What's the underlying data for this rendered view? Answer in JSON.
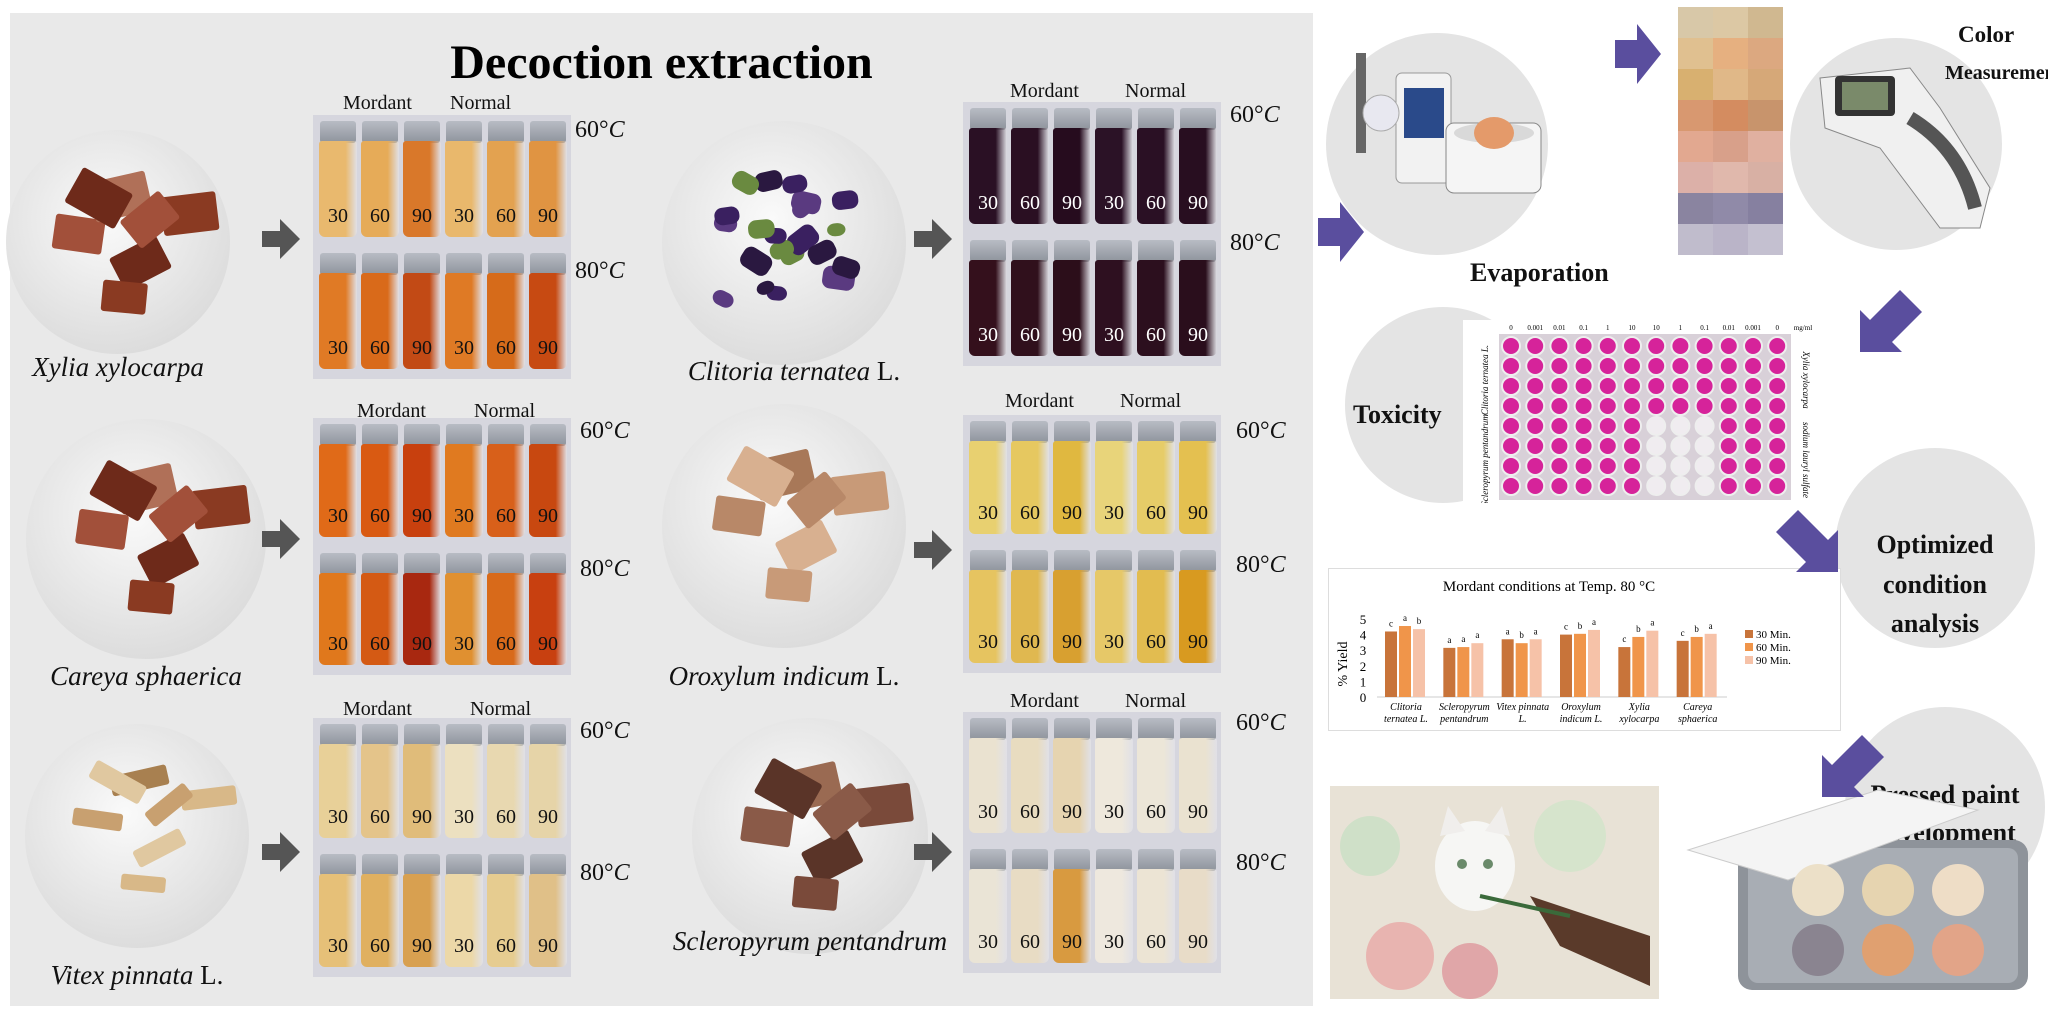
{
  "title": "Decoction extraction",
  "vial_headers": {
    "mordant": "Mordant",
    "normal": "Normal"
  },
  "temps": {
    "t60": "60°",
    "t80": "80°",
    "unit": "C"
  },
  "species": [
    {
      "name": "Xylia xylocarpa",
      "suffix": "",
      "kind": "bark-red"
    },
    {
      "name": "Clitoria ternatea",
      "suffix": " L.",
      "kind": "flower"
    },
    {
      "name": "Careya sphaerica",
      "suffix": "",
      "kind": "bark-red"
    },
    {
      "name": "Oroxylum indicum",
      "suffix": " L.",
      "kind": "wood-light"
    },
    {
      "name": "Vitex pinnata",
      "suffix": " L.",
      "kind": "wood-stick"
    },
    {
      "name": "Scleropyrum pentandrum",
      "suffix": "",
      "kind": "bark-brown"
    }
  ],
  "vial_labels": [
    "30",
    "60",
    "90",
    "30",
    "60",
    "90"
  ],
  "vial_colors": [
    {
      "c60": [
        "#e9b96e",
        "#e6ab58",
        "#d9782a",
        "#e9b86c",
        "#e3a250",
        "#e09442"
      ],
      "c80": [
        "#e07a25",
        "#d96a1a",
        "#c24a15",
        "#df7a25",
        "#d66b1a",
        "#c74a12"
      ]
    },
    {
      "c60": [
        "#2a1024",
        "#2a0f22",
        "#260c1e",
        "#2b1226",
        "#2a1024",
        "#280e20"
      ],
      "c80": [
        "#34101c",
        "#30101c",
        "#2c0e1a",
        "#2e1020",
        "#2c0f1e",
        "#2a0e1c"
      ]
    },
    {
      "c60": [
        "#e06a18",
        "#d95a12",
        "#c8400e",
        "#e07a20",
        "#d8601a",
        "#c84810"
      ],
      "c80": [
        "#e0781c",
        "#d45a14",
        "#a82810",
        "#e09030",
        "#d86a1a",
        "#c84010"
      ]
    },
    {
      "c60": [
        "#e8d070",
        "#e6c860",
        "#e0b840",
        "#e8d47a",
        "#e6cc68",
        "#e4c050"
      ],
      "c80": [
        "#e6c460",
        "#e0b850",
        "#d8a030",
        "#e6c868",
        "#e2bc50",
        "#d89a20"
      ]
    },
    {
      "c60": [
        "#e8d098",
        "#e4c48a",
        "#e0bc7a",
        "#ece0c0",
        "#e8d8b0",
        "#e6d4a8"
      ],
      "c80": [
        "#e6c078",
        "#e0b060",
        "#d8a050",
        "#ecd8a8",
        "#e6cc90",
        "#e0c088"
      ]
    },
    {
      "c60": [
        "#eae2d0",
        "#e8dcc0",
        "#e6d4b0",
        "#eee8dc",
        "#ece6d8",
        "#eae2d0"
      ],
      "c80": [
        "#eae4d6",
        "#e8dcc4",
        "#d89a40",
        "#eee8de",
        "#ece4d4",
        "#e8dcc8"
      ]
    }
  ],
  "steps": {
    "evaporation": "Evaporation",
    "color1": "Color",
    "color2": "Measurement",
    "toxicity": "Toxicity",
    "opt1": "Optimized",
    "opt2": "condition",
    "opt3": "analysis",
    "paint1": "Pressed  paint",
    "paint2": "development"
  },
  "plate": {
    "concentrations": [
      "0",
      "0.001",
      "0.01",
      "0.1",
      "1",
      "10",
      "10",
      "1",
      "0.1",
      "0.01",
      "0.001",
      "0"
    ],
    "unit": "mg/ml",
    "left_top": "Clitoria ternatea L.",
    "left_bottom": "Scleropyrum pentandrum",
    "right_top": "Xylia xylocarpa",
    "right_bottom": "sodium lauryl sulfate",
    "clear_columns_bottom": [
      6,
      7,
      8
    ]
  },
  "accent": {
    "arrow_gray": "#555555",
    "arrow_purple": "#5a4e9e",
    "well_pink": "#d6239a"
  },
  "chart_data": {
    "type": "bar",
    "title": "Mordant conditions at Temp. 80 °C",
    "ylabel": "% Yield",
    "xlabel": "",
    "ylim": [
      0,
      5
    ],
    "yticks": [
      "0",
      "1",
      "2",
      "3",
      "4",
      "5"
    ],
    "categories": [
      [
        "Clitoria",
        "ternatea L."
      ],
      [
        "Scleropyrum",
        "pentandrum"
      ],
      [
        "Vitex pinnata",
        "L."
      ],
      [
        "Oroxylum",
        "indicum L."
      ],
      [
        "Xylia",
        "xylocarpa"
      ],
      [
        "Careya",
        "sphaerica"
      ]
    ],
    "series": [
      {
        "name": "30 Min.",
        "color": "#c8743a",
        "values": [
          4.2,
          3.15,
          3.7,
          4.0,
          3.2,
          3.6
        ],
        "letters": [
          "c",
          "a",
          "a",
          "c",
          "c",
          "c"
        ]
      },
      {
        "name": "60 Min.",
        "color": "#f0954a",
        "values": [
          4.55,
          3.2,
          3.45,
          4.05,
          3.85,
          3.85
        ],
        "letters": [
          "a",
          "a",
          "b",
          "b",
          "b",
          "b"
        ]
      },
      {
        "name": "90 Min.",
        "color": "#f6c2a8",
        "values": [
          4.35,
          3.45,
          3.7,
          4.3,
          4.25,
          4.05
        ],
        "letters": [
          "b",
          "a",
          "a",
          "a",
          "a",
          "a"
        ]
      }
    ],
    "legend": "right"
  }
}
